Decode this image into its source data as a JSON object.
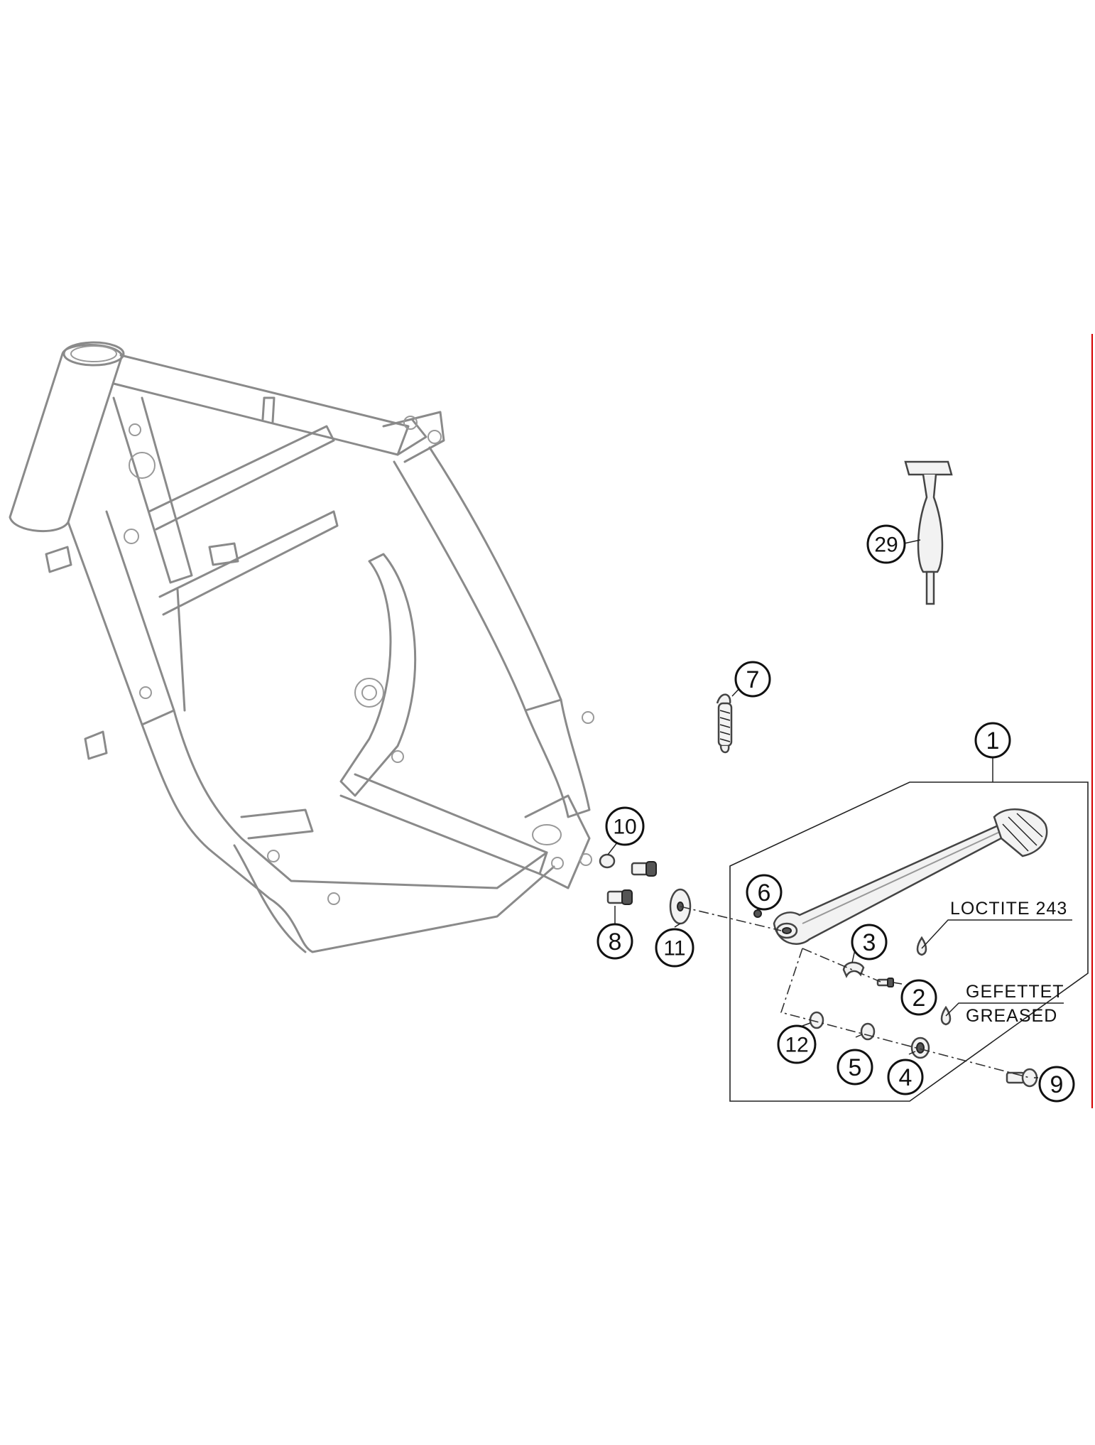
{
  "callouts": [
    {
      "id": "c1",
      "label": "1"
    },
    {
      "id": "c2",
      "label": "2"
    },
    {
      "id": "c3",
      "label": "3"
    },
    {
      "id": "c4",
      "label": "4"
    },
    {
      "id": "c5",
      "label": "5"
    },
    {
      "id": "c6",
      "label": "6"
    },
    {
      "id": "c7",
      "label": "7"
    },
    {
      "id": "c8",
      "label": "8"
    },
    {
      "id": "c9",
      "label": "9"
    },
    {
      "id": "c10",
      "label": "10"
    },
    {
      "id": "c11",
      "label": "11"
    },
    {
      "id": "c12",
      "label": "12"
    },
    {
      "id": "c29",
      "label": "29"
    }
  ],
  "notes": {
    "loctite": "LOCTITE 243",
    "greased_de": "GEFETTET",
    "greased_en": "GREASED"
  },
  "colors": {
    "frame_outline": "#8a8a8a",
    "part_outline": "#444444",
    "edge_marker": "#d40000"
  }
}
